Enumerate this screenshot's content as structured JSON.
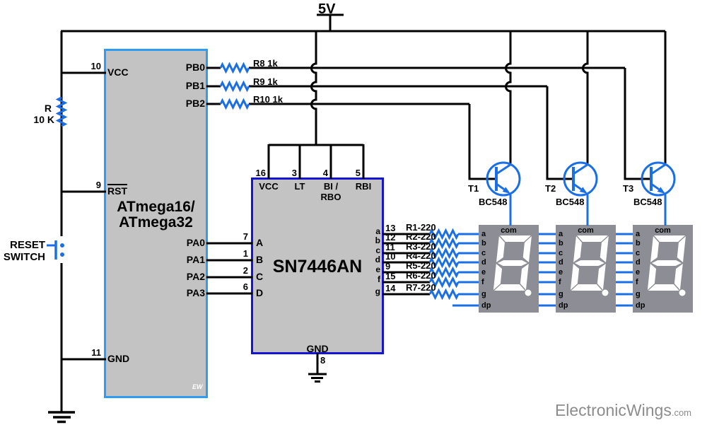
{
  "power": {
    "label": "5V"
  },
  "mcu": {
    "title_line1": "ATmega16/",
    "title_line2": "ATmega32",
    "watermark": "EW",
    "left_pins": [
      {
        "num": "10",
        "label": "VCC"
      },
      {
        "num": "9",
        "label": "RST"
      },
      {
        "num": "11",
        "label": "GND"
      }
    ],
    "pb_pins": [
      "PB0",
      "PB1",
      "PB2"
    ],
    "pa_pins": [
      "PA0",
      "PA1",
      "PA2",
      "PA3"
    ]
  },
  "pullup_resistor": {
    "name": "R",
    "value": "10 K"
  },
  "reset_switch": {
    "line1": "RESET",
    "line2": "SWITCH"
  },
  "base_resistors": [
    "R8 1k",
    "R9 1k",
    "R10 1k"
  ],
  "decoder": {
    "title": "SN7446AN",
    "top_pins": [
      {
        "num": "16",
        "label": "VCC"
      },
      {
        "num": "3",
        "label": "LT"
      },
      {
        "num": "4",
        "label": "BI /",
        "label2": "RBO"
      },
      {
        "num": "5",
        "label": "RBI"
      }
    ],
    "left_pins": [
      {
        "num": "7",
        "label": "A"
      },
      {
        "num": "1",
        "label": "B"
      },
      {
        "num": "2",
        "label": "C"
      },
      {
        "num": "6",
        "label": "D"
      }
    ],
    "right_pins": [
      {
        "num": "13",
        "label": "a",
        "resistor": "R1-220"
      },
      {
        "num": "12",
        "label": "b",
        "resistor": "R2-220"
      },
      {
        "num": "11",
        "label": "c",
        "resistor": "R3-220"
      },
      {
        "num": "10",
        "label": "d",
        "resistor": "R4-220"
      },
      {
        "num": "9",
        "label": "e",
        "resistor": "R5-220"
      },
      {
        "num": "15",
        "label": "f",
        "resistor": "R6-220"
      },
      {
        "num": "14",
        "label": "g",
        "resistor": "R7-220"
      }
    ],
    "bottom_pin": {
      "num": "8",
      "label": "GND"
    }
  },
  "transistors": [
    {
      "name": "T1",
      "part": "BC548"
    },
    {
      "name": "T2",
      "part": "BC548"
    },
    {
      "name": "T3",
      "part": "BC548"
    }
  ],
  "displays": [
    {
      "com": "com",
      "pins": [
        "a",
        "b",
        "c",
        "d",
        "e",
        "f",
        "g",
        "dp"
      ]
    },
    {
      "com": "com",
      "pins": [
        "a",
        "b",
        "c",
        "d",
        "e",
        "f",
        "g",
        "dp"
      ]
    },
    {
      "com": "com",
      "pins": [
        "a",
        "b",
        "c",
        "d",
        "e",
        "f",
        "g",
        "dp"
      ]
    }
  ],
  "branding": {
    "text": "ElectronicWings",
    "suffix": ".com"
  },
  "colors": {
    "wire_blue": "#1b6fe6",
    "mcu_border": "#2e9bf5",
    "decoder_border": "#1414d2",
    "display_bg": "#8d8d96"
  }
}
